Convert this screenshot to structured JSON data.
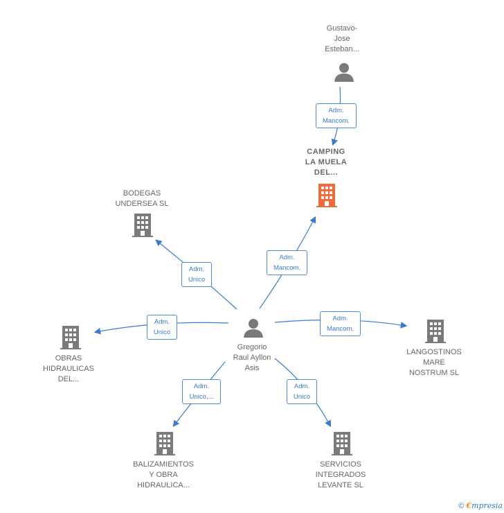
{
  "nodes": {
    "gustavo": "Gustavo-\nJose\nEsteban...",
    "camping": "CAMPING\nLA MUELA\nDEL...",
    "bodegas": "BODEGAS\nUNDERSEA  SL",
    "obras": "OBRAS\nHIDRAULICAS\nDEL...",
    "gregorio": "Gregorio\nRaul Ayllon\nAsis",
    "langostinos": "LANGOSTINOS\nMARE\nNOSTRUM  SL",
    "balizamientos": "BALIZAMIENTOS\nY OBRA\nHIDRAULICA...",
    "servicios": "SERVICIOS\nINTEGRADOS\nLEVANTE SL"
  },
  "edges": {
    "gustavo_camping": "Adm.\nMancom.",
    "gregorio_camping": "Adm.\nMancom.",
    "gregorio_bodegas": "Adm.\nUnico",
    "gregorio_obras": "Adm.\nUnico",
    "gregorio_langostinos": "Adm.\nMancom.",
    "gregorio_balizamientos": "Adm.\nUnico,...",
    "gregorio_servicios": "Adm.\nUnico"
  },
  "footer": {
    "copyright": "©",
    "brand_e": "€",
    "brand_rest": "mpresia"
  },
  "colors": {
    "edge": "#3a7bd0",
    "focus_company": "#f26a3a",
    "company": "#7a7a7a",
    "person": "#7a7a7a"
  }
}
